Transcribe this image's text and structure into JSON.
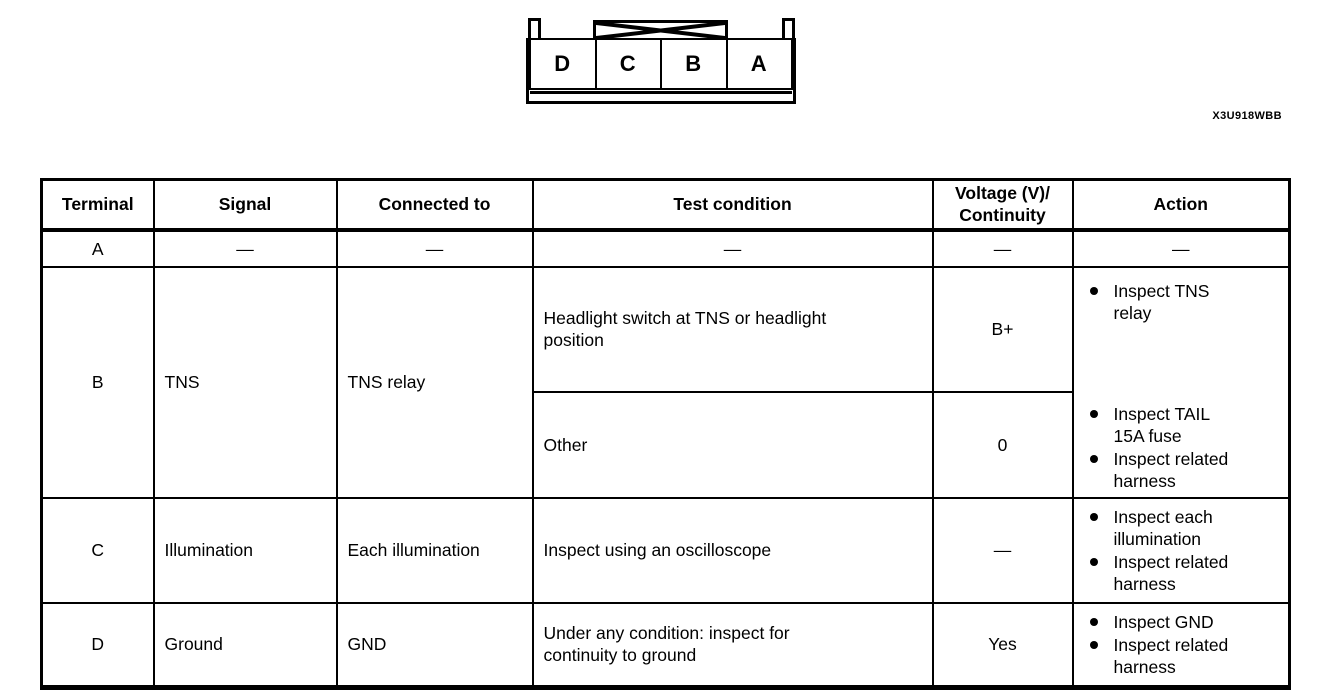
{
  "figure": {
    "code": "X3U918WBB",
    "connector_terminals": [
      "D",
      "C",
      "B",
      "A"
    ]
  },
  "table": {
    "headers": [
      "Terminal",
      "Signal",
      "Connected to",
      "Test condition",
      "Voltage (V)/\nContinuity",
      "Action"
    ],
    "row_a": {
      "terminal": "A",
      "signal": "—",
      "connected_to": "—",
      "test_condition": "—",
      "voltage": "—",
      "action": "—"
    },
    "row_b": {
      "terminal": "B",
      "signal": "TNS",
      "connected_to": "TNS relay",
      "conditions": [
        {
          "test_condition": "Headlight switch at TNS or headlight\nposition",
          "voltage": "B+"
        },
        {
          "test_condition": "Other",
          "voltage": "0"
        }
      ],
      "action_top": [
        "Inspect TNS\nrelay"
      ],
      "action_bottom": [
        "Inspect TAIL\n15A fuse",
        "Inspect related\nharness"
      ]
    },
    "row_c": {
      "terminal": "C",
      "signal": "Illumination",
      "connected_to": "Each illumination",
      "test_condition": "Inspect using an oscilloscope",
      "voltage": "—",
      "actions": [
        "Inspect each\nillumination",
        "Inspect related\nharness"
      ]
    },
    "row_d": {
      "terminal": "D",
      "signal": "Ground",
      "connected_to": "GND",
      "test_condition": "Under any condition: inspect for\ncontinuity to ground",
      "voltage": "Yes",
      "actions": [
        "Inspect GND",
        "Inspect related\nharness"
      ]
    }
  }
}
